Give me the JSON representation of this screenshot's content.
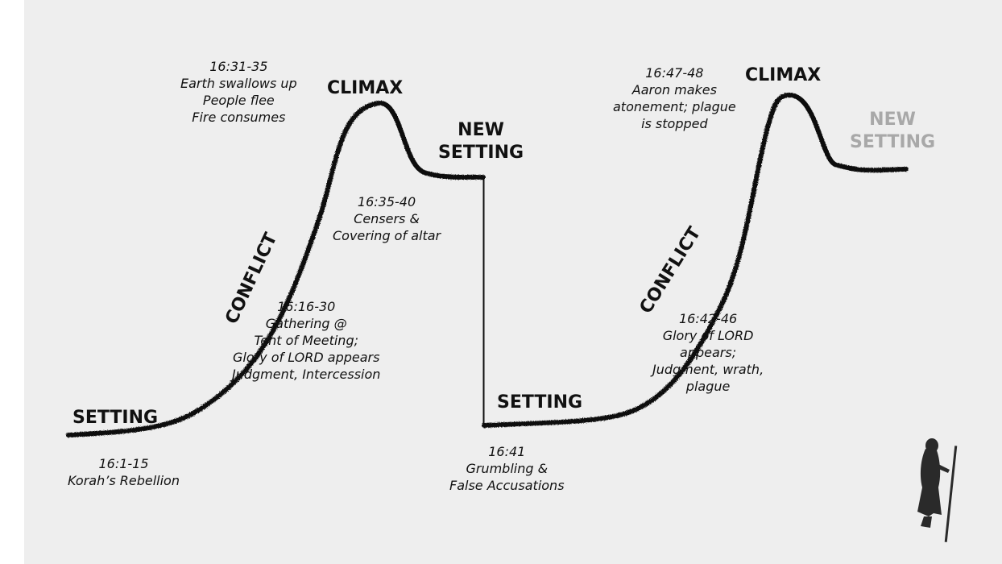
{
  "stages": {
    "setting_1": "SETTING",
    "conflict_1": "CONFLICT",
    "climax_1": "CLIMAX",
    "new_setting_1": [
      "NEW",
      "SETTING"
    ],
    "setting_2": "SETTING",
    "conflict_2": "CONFLICT",
    "climax_2": "CLIMAX",
    "new_setting_2": [
      "NEW",
      "SETTING"
    ]
  },
  "notes": {
    "korah": {
      "ref": "16:1-15",
      "lines": [
        "Korah’s Rebellion"
      ]
    },
    "gathering": {
      "ref": "16:16-30",
      "lines": [
        "Gathering @",
        "Tent of Meeting;",
        "Glory of LORD appears",
        "Judgment, Intercession"
      ]
    },
    "earth": {
      "ref": "16:31-35",
      "lines": [
        "Earth swallows up",
        "People flee",
        "Fire consumes"
      ]
    },
    "censers": {
      "ref": "16:35-40",
      "lines": [
        "Censers &",
        "Covering of altar"
      ]
    },
    "grumbling": {
      "ref": "16:41",
      "lines": [
        "Grumbling &",
        "False Accusations"
      ]
    },
    "glory": {
      "ref": "16:42-46",
      "lines": [
        "Glory of LORD",
        "appears;",
        "Judgment, wrath,",
        "plague"
      ]
    },
    "aaron": {
      "ref": "16:47-48",
      "lines": [
        "Aaron makes",
        "atonement; plague",
        "is stopped"
      ]
    }
  },
  "colors": {
    "background": "#eeeeee",
    "ink": "#111111",
    "faded": "#a8a8a8"
  },
  "icons": {
    "figure": "hooded-traveler-with-staff-icon"
  }
}
